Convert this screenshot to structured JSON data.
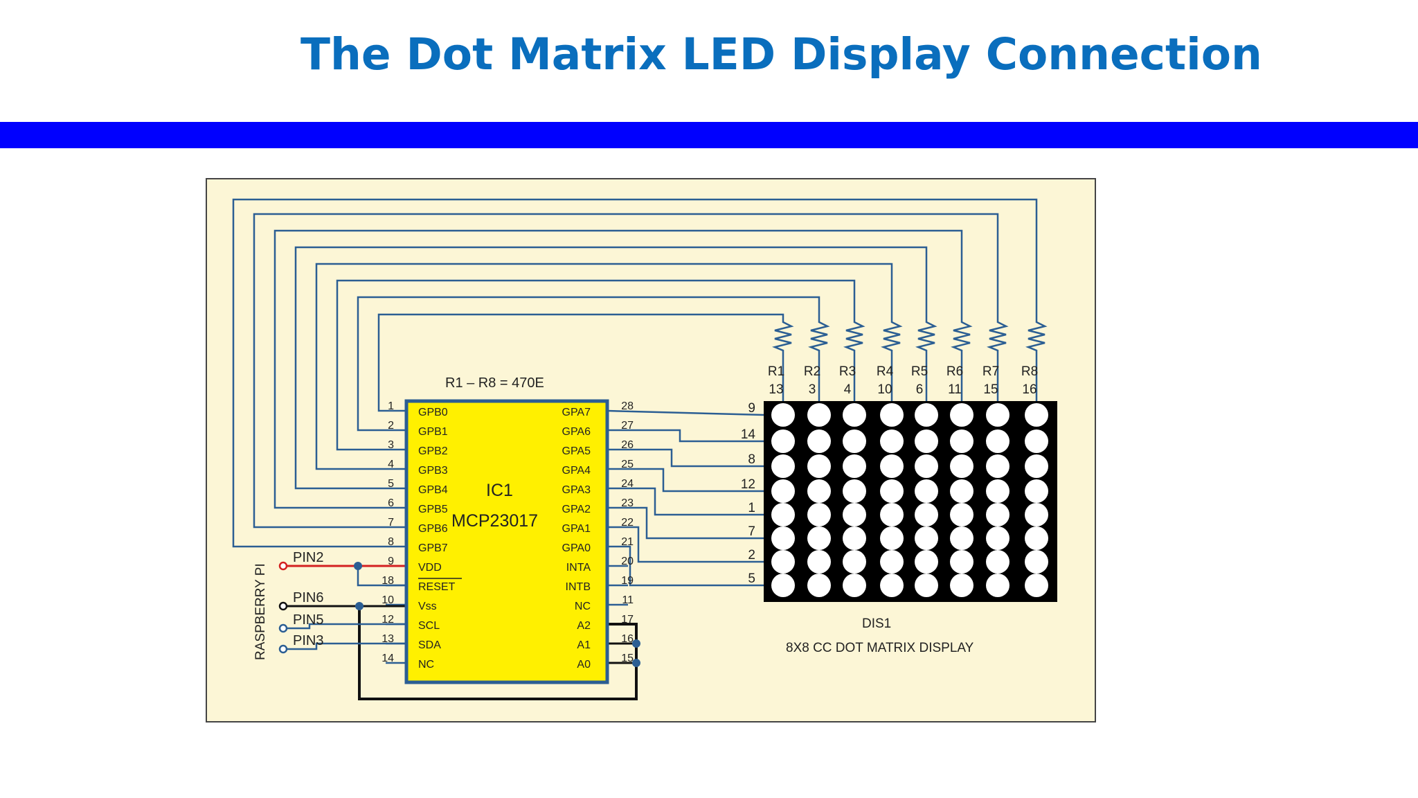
{
  "slide": {
    "title": "The Dot Matrix LED Display Connection",
    "title_color": "#0a6ebd",
    "bar_color": "#0000ff"
  },
  "diagram": {
    "background_color": "#fcf6d6",
    "wire_color": "#2b5e93",
    "chip_fill": "#fff000",
    "resistor_spec": "R1 – R8 = 470E",
    "ic": {
      "ref": "IC1",
      "part": "MCP23017"
    },
    "ic_left_pins": [
      {
        "num": "1",
        "name": "GPB0"
      },
      {
        "num": "2",
        "name": "GPB1"
      },
      {
        "num": "3",
        "name": "GPB2"
      },
      {
        "num": "4",
        "name": "GPB3"
      },
      {
        "num": "5",
        "name": "GPB4"
      },
      {
        "num": "6",
        "name": "GPB5"
      },
      {
        "num": "7",
        "name": "GPB6"
      },
      {
        "num": "8",
        "name": "GPB7"
      },
      {
        "num": "9",
        "name": "VDD"
      },
      {
        "num": "18",
        "name": "RESET"
      },
      {
        "num": "10",
        "name": "Vss"
      },
      {
        "num": "12",
        "name": "SCL"
      },
      {
        "num": "13",
        "name": "SDA"
      },
      {
        "num": "14",
        "name": "NC"
      }
    ],
    "ic_right_pins": [
      {
        "num": "28",
        "name": "GPA7"
      },
      {
        "num": "27",
        "name": "GPA6"
      },
      {
        "num": "26",
        "name": "GPA5"
      },
      {
        "num": "25",
        "name": "GPA4"
      },
      {
        "num": "24",
        "name": "GPA3"
      },
      {
        "num": "23",
        "name": "GPA2"
      },
      {
        "num": "22",
        "name": "GPA1"
      },
      {
        "num": "21",
        "name": "GPA0"
      },
      {
        "num": "20",
        "name": "INTA"
      },
      {
        "num": "19",
        "name": "INTB"
      },
      {
        "num": "11",
        "name": "NC"
      },
      {
        "num": "17",
        "name": "A2"
      },
      {
        "num": "16",
        "name": "A1"
      },
      {
        "num": "15",
        "name": "A0"
      }
    ],
    "resistors": [
      {
        "label": "R1",
        "pin": "13"
      },
      {
        "label": "R2",
        "pin": "3"
      },
      {
        "label": "R3",
        "pin": "4"
      },
      {
        "label": "R4",
        "pin": "10"
      },
      {
        "label": "R5",
        "pin": "6"
      },
      {
        "label": "R6",
        "pin": "11"
      },
      {
        "label": "R7",
        "pin": "15"
      },
      {
        "label": "R8",
        "pin": "16"
      }
    ],
    "display_row_pins": [
      "9",
      "14",
      "8",
      "12",
      "1",
      "7",
      "2",
      "5"
    ],
    "raspberry_label": "RASPBERRY PI",
    "pi_pins": [
      {
        "label": "PIN2"
      },
      {
        "label": "PIN6"
      },
      {
        "label": "PIN5"
      },
      {
        "label": "PIN3"
      }
    ],
    "display": {
      "ref": "DIS1",
      "desc": "8X8 CC DOT MATRIX DISPLAY",
      "rows": 8,
      "cols": 8
    }
  }
}
